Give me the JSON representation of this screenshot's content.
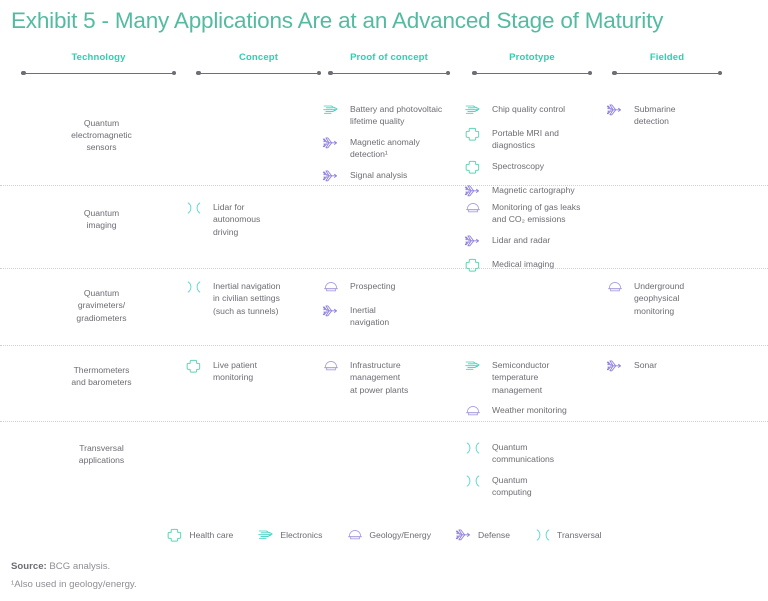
{
  "title": "Exhibit 5 - Many Applications Are at an Advanced Stage of Maturity",
  "colors": {
    "title": "#54bba1",
    "header": "#2ecfb0",
    "text": "#6c6c74",
    "axis": "#6e6e76",
    "health_care": "#5fd4b4",
    "electronics": "#3fd0c0",
    "geology_energy": "#a99ede",
    "defense": "#8d7fe0",
    "transversal": "#4fd5c9"
  },
  "columns": [
    {
      "label": "Technology"
    },
    {
      "label": "Concept"
    },
    {
      "label": "Proof of concept"
    },
    {
      "label": "Prototype"
    },
    {
      "label": "Fielded"
    }
  ],
  "rows": [
    {
      "technology": "Quantum\nelectromagnetic\nsensors",
      "concept": [],
      "proof_of_concept": [
        {
          "icon": "electronics-icon",
          "text": "Battery and photovoltaic\nlifetime quality"
        },
        {
          "icon": "defense-icon",
          "text": "Magnetic anomaly\ndetection¹"
        },
        {
          "icon": "defense-icon",
          "text": "Signal analysis"
        }
      ],
      "prototype": [
        {
          "icon": "electronics-icon",
          "text": "Chip quality control"
        },
        {
          "icon": "health-care-icon",
          "text": "Portable MRI and\ndiagnostics"
        },
        {
          "icon": "health-care-icon",
          "text": "Spectroscopy"
        },
        {
          "icon": "defense-icon",
          "text": "Magnetic cartography"
        }
      ],
      "fielded": [
        {
          "icon": "defense-icon",
          "text": "Submarine\ndetection"
        }
      ]
    },
    {
      "technology": "Quantum\nimaging",
      "concept": [
        {
          "icon": "transversal-icon",
          "text": "Lidar for\nautonomous\ndriving"
        }
      ],
      "proof_of_concept": [],
      "prototype": [
        {
          "icon": "geology-energy-icon",
          "text": "Monitoring of gas leaks\nand CO₂ emissions"
        },
        {
          "icon": "defense-icon",
          "text": "Lidar and radar"
        },
        {
          "icon": "health-care-icon",
          "text": "Medical imaging"
        }
      ],
      "fielded": []
    },
    {
      "technology": "Quantum\ngravimeters/\ngradiometers",
      "concept": [
        {
          "icon": "transversal-icon",
          "text": "Inertial navigation\nin civilian settings\n(such as tunnels)"
        }
      ],
      "proof_of_concept": [
        {
          "icon": "geology-energy-icon",
          "text": "Prospecting"
        },
        {
          "icon": "defense-icon",
          "text": "Inertial\nnavigation"
        }
      ],
      "prototype": [],
      "fielded": [
        {
          "icon": "geology-energy-icon",
          "text": "Underground\ngeophysical\nmonitoring"
        }
      ]
    },
    {
      "technology": "Thermometers\nand barometers",
      "concept": [
        {
          "icon": "health-care-icon",
          "text": "Live patient\nmonitoring"
        }
      ],
      "proof_of_concept": [
        {
          "icon": "geology-energy-icon",
          "text": "Infrastructure\nmanagement\nat power plants"
        }
      ],
      "prototype": [
        {
          "icon": "electronics-icon",
          "text": "Semiconductor\ntemperature\nmanagement"
        },
        {
          "icon": "geology-energy-icon",
          "text": "Weather monitoring"
        }
      ],
      "fielded": [
        {
          "icon": "defense-icon",
          "text": "Sonar"
        }
      ]
    },
    {
      "technology": "Transversal\napplications",
      "concept": [],
      "proof_of_concept": [],
      "prototype": [
        {
          "icon": "transversal-icon",
          "text": "Quantum\ncommunications"
        },
        {
          "icon": "transversal-icon",
          "text": "Quantum\ncomputing"
        }
      ],
      "fielded": []
    }
  ],
  "legend": [
    {
      "icon": "health-care-icon",
      "label": "Health care"
    },
    {
      "icon": "electronics-icon",
      "label": "Electronics"
    },
    {
      "icon": "geology-energy-icon",
      "label": "Geology/Energy"
    },
    {
      "icon": "defense-icon",
      "label": "Defense"
    },
    {
      "icon": "transversal-icon",
      "label": "Transversal"
    }
  ],
  "footer": {
    "source_label": "Source:",
    "source_text": " BCG analysis.",
    "note": "¹Also used in geology/energy."
  }
}
